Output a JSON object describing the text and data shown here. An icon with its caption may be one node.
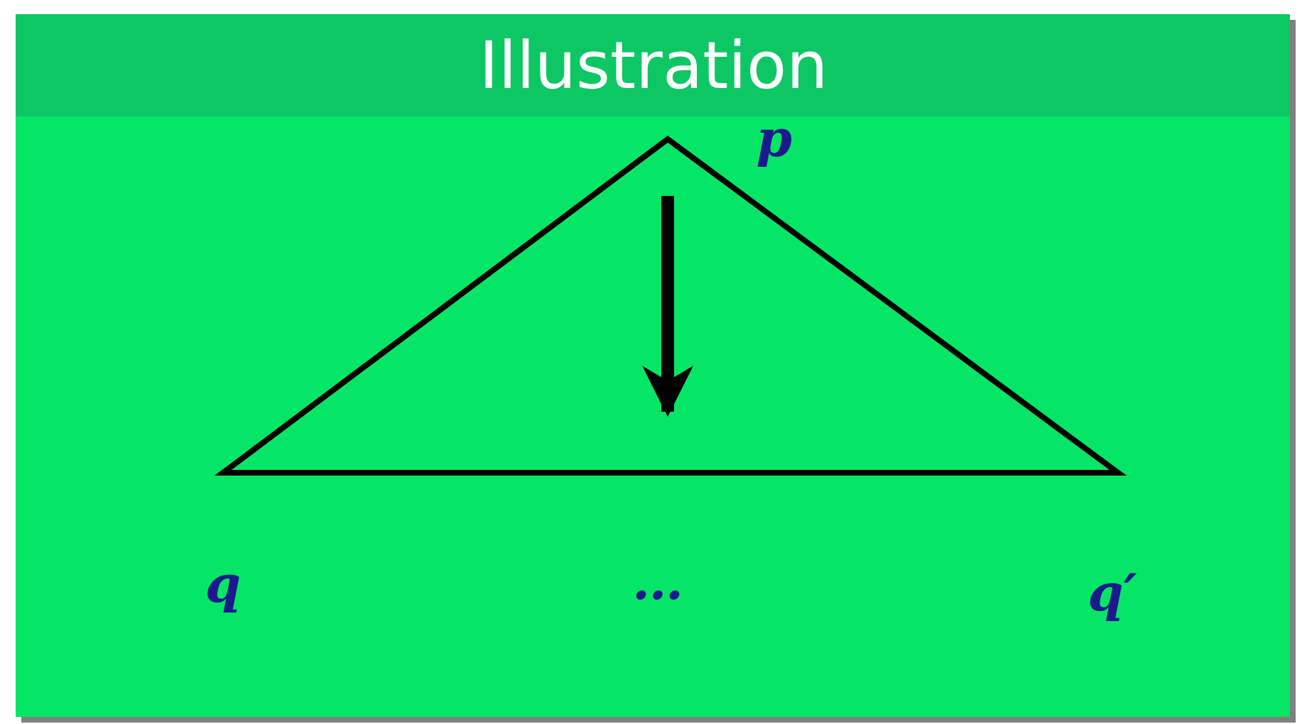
{
  "diagram": {
    "title": "Illustration",
    "labels": [
      "p",
      "q",
      "…",
      "q′"
    ]
  }
}
